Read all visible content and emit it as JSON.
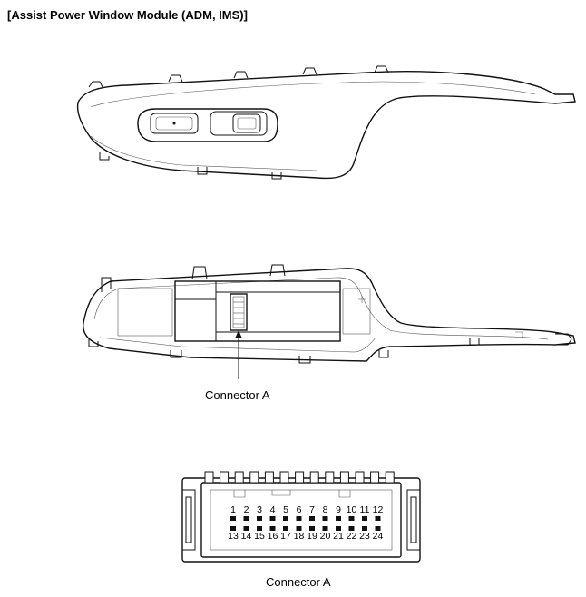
{
  "title": "[Assist Power Window Module (ADM, IMS)]",
  "callout_label": "Connector A",
  "connector_label": "Connector A",
  "pins_top": [
    "1",
    "2",
    "3",
    "4",
    "5",
    "6",
    "7",
    "8",
    "9",
    "10",
    "11",
    "12"
  ],
  "pins_bottom": [
    "13",
    "14",
    "15",
    "16",
    "17",
    "18",
    "19",
    "20",
    "21",
    "22",
    "23",
    "24"
  ]
}
